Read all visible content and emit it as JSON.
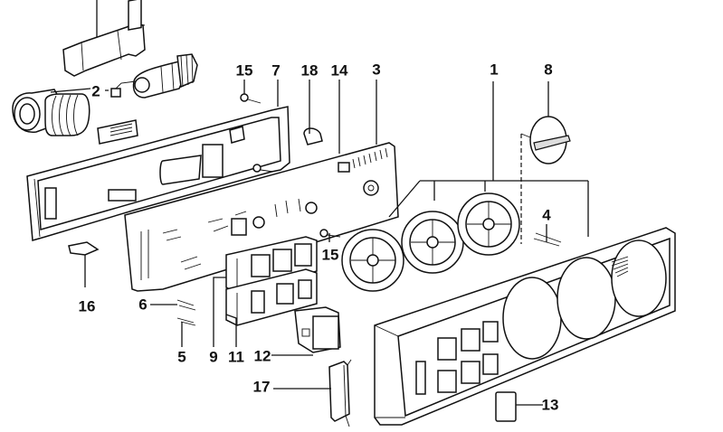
{
  "diagram": {
    "title": "Heater / A-C control panel exploded parts diagram",
    "background": "#ffffff",
    "ink_color": "#111111",
    "callouts": [
      {
        "id": "c1",
        "label": "1"
      },
      {
        "id": "c2",
        "label": "2"
      },
      {
        "id": "c3",
        "label": "3"
      },
      {
        "id": "c4",
        "label": "4"
      },
      {
        "id": "c5",
        "label": "5"
      },
      {
        "id": "c6",
        "label": "6"
      },
      {
        "id": "c7",
        "label": "7"
      },
      {
        "id": "c8",
        "label": "8"
      },
      {
        "id": "c9",
        "label": "9"
      },
      {
        "id": "c11",
        "label": "11"
      },
      {
        "id": "c12",
        "label": "12"
      },
      {
        "id": "c13",
        "label": "13"
      },
      {
        "id": "c14",
        "label": "14"
      },
      {
        "id": "c15a",
        "label": "15"
      },
      {
        "id": "c15b",
        "label": "15"
      },
      {
        "id": "c16",
        "label": "16"
      },
      {
        "id": "c17",
        "label": "17"
      },
      {
        "id": "c18",
        "label": "18"
      }
    ],
    "parts": [
      {
        "name": "control-panel-trim-bezel",
        "callout": "1"
      },
      {
        "name": "rotary-control-knob-assemblies",
        "callout": "1"
      },
      {
        "name": "switch-and-potentiometer-assembly",
        "callout": "2"
      },
      {
        "name": "circuit-board",
        "callout": "3"
      },
      {
        "name": "pin",
        "callout": "4"
      },
      {
        "name": "pin",
        "callout": "5"
      },
      {
        "name": "pin",
        "callout": "6"
      },
      {
        "name": "rear-housing-frame",
        "callout": "7"
      },
      {
        "name": "knob-cap",
        "callout": "8"
      },
      {
        "name": "pushbutton-switch-block-upper",
        "callout": "9"
      },
      {
        "name": "pushbutton-switch-block-lower",
        "callout": "11"
      },
      {
        "name": "rear-defogger-switch",
        "callout": "12"
      },
      {
        "name": "blanking-cap",
        "callout": "13"
      },
      {
        "name": "bulb-holder-connector",
        "callout": "14"
      },
      {
        "name": "screw",
        "callout": "15"
      },
      {
        "name": "fuse-connector",
        "callout": "16"
      },
      {
        "name": "bracket-clip",
        "callout": "17"
      },
      {
        "name": "bulb",
        "callout": "18"
      }
    ]
  }
}
